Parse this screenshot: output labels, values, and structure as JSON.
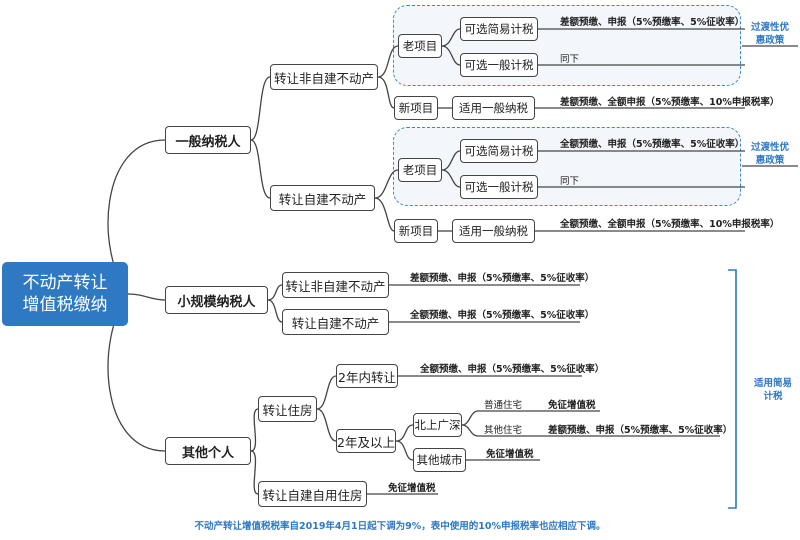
{
  "root": {
    "line1": "不动产转让",
    "line2": "增值税缴纳"
  },
  "general": {
    "label": "一般纳税人",
    "transfer_non_self": {
      "label": "转让非自建不动产",
      "old": {
        "label": "老项目",
        "simple": "可选简易计税",
        "simple_note": "差额预缴、申报（5%预缴率、5%征收率）",
        "general": "可选一般计税",
        "general_note": "同下"
      },
      "new": {
        "label": "新项目",
        "method": "适用一般纳税",
        "note": "差额预缴、全额申报（5%预缴率、10%申报税率）"
      }
    },
    "transfer_self": {
      "label": "转让自建不动产",
      "old": {
        "label": "老项目",
        "simple": "可选简易计税",
        "simple_note": "全额预缴、申报（5%预缴率、5%征收率）",
        "general": "可选一般计税",
        "general_note": "同下"
      },
      "new": {
        "label": "新项目",
        "method": "适用一般纳税",
        "note": "全额预缴、全额申报（5%预缴率、10%申报税率）"
      }
    },
    "transition_note_1": "过渡性优惠政策",
    "transition_note_2": "过渡性优惠政策"
  },
  "small": {
    "label": "小规模纳税人",
    "non_self": "转让非自建不动产",
    "non_self_note": "差额预缴、申报（5%预缴率、5%征收率）",
    "self": "转让自建不动产",
    "self_note": "全额预缴、申报（5%预缴率、5%征收率）"
  },
  "individual": {
    "label": "其他个人",
    "housing": {
      "label": "转让住房",
      "within2": "2年内转让",
      "within2_note": "全额预缴、申报（5%预缴率、5%征收率）",
      "over2": "2年及以上",
      "bsgs": "北上广深",
      "ordinary": "普通住宅",
      "ordinary_note": "免征增值税",
      "other_res": "其他住宅",
      "other_res_note": "差额预缴、申报（5%预缴率、5%征收率）",
      "other_city": "其他城市",
      "other_city_note": "免征增值税"
    },
    "self_built": "转让自建自用住房",
    "self_built_note": "免征增值税"
  },
  "simple_method_note": "适用简易计税",
  "footnote": "不动产转让增值税税率自2019年4月1日起下调为9%，表中使用的10%申报税率也应相应下调。",
  "colors": {
    "root": "#2f79c3",
    "accent": "#2e78c5",
    "dash": "#3a87d6",
    "line": "#444444"
  }
}
